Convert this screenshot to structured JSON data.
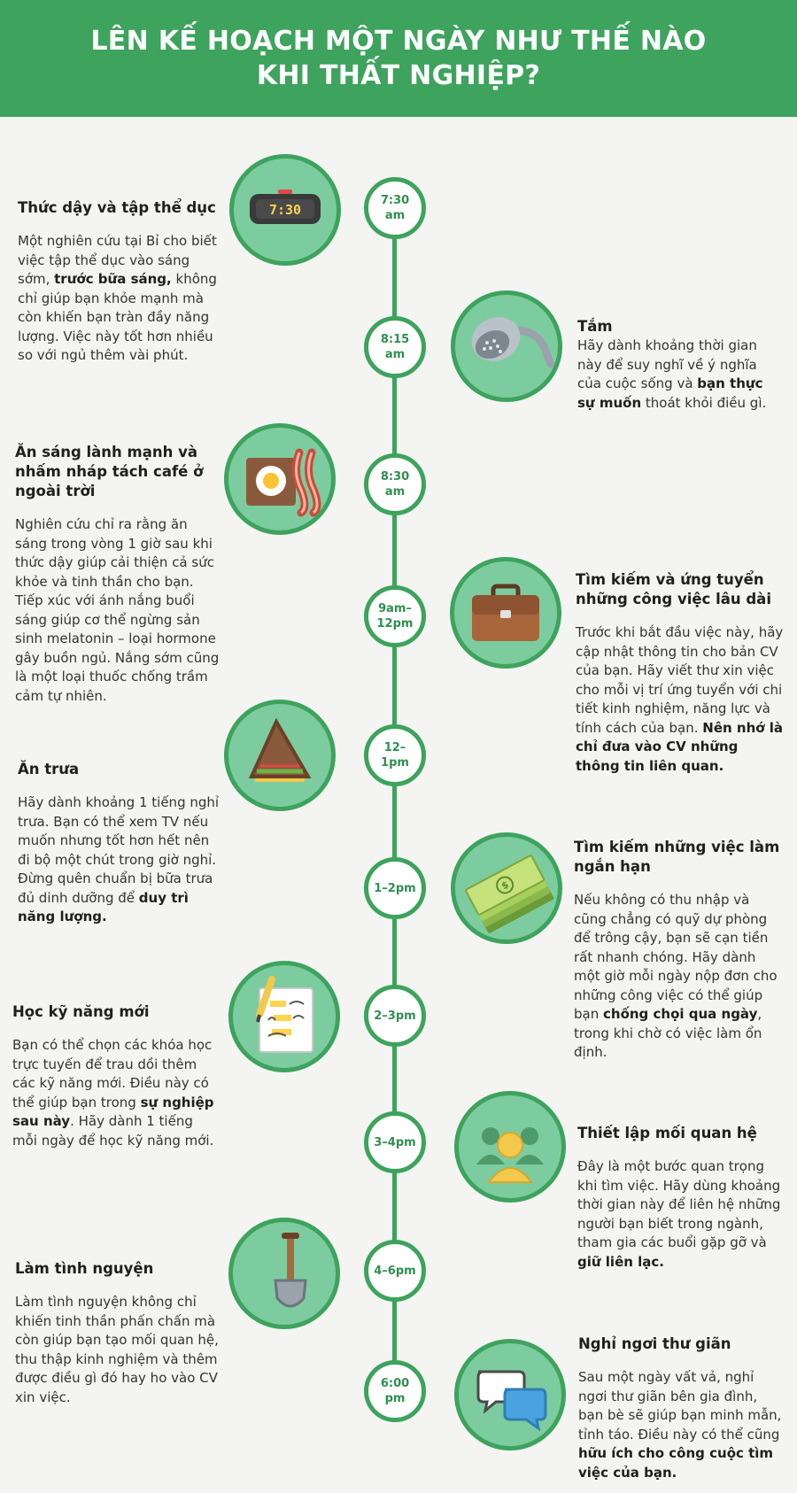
{
  "header": {
    "title_line1": "LÊN KẾ HOẠCH MỘT NGÀY NHƯ THẾ NÀO",
    "title_line2": "KHI THẤT NGHIỆP?"
  },
  "colors": {
    "green": "#3da35d",
    "circle_fill": "#7dcc9f",
    "background": "#f4f4f2"
  },
  "timeline": [
    {
      "time": "7:30 am",
      "icon": "alarm-clock-icon",
      "clock_text": "7:30",
      "title": "Thức dậy và tập thể dục",
      "body": [
        {
          "t": "Một nghiên cứu tại Bỉ cho biết việc tập thể dục vào sáng sớm, "
        },
        {
          "t": "trước bữa sáng,",
          "b": true
        },
        {
          "t": " không chỉ giúp bạn khỏe mạnh mà còn khiến bạn tràn đầy năng lượng. Việc này tốt hơn nhiều so với ngủ thêm vài phút."
        }
      ]
    },
    {
      "time": "8:15 am",
      "icon": "shower-head-icon",
      "title": "Tắm",
      "body": [
        {
          "t": "Hãy dành khoảng thời gian này để suy nghĩ về ý nghĩa của cuộc sống và "
        },
        {
          "t": "bạn thực sự muốn",
          "b": true
        },
        {
          "t": " thoát khỏi điều gì."
        }
      ]
    },
    {
      "time": "8:30 am",
      "icon": "breakfast-icon",
      "title": "Ăn sáng lành mạnh và nhấm nháp tách café ở ngoài trời",
      "body": [
        {
          "t": "Nghiên cứu chỉ ra rằng ăn sáng trong vòng 1 giờ sau khi thức dậy giúp cải thiện cả sức khỏe và tinh thần cho bạn. Tiếp xúc với ánh nắng buổi sáng giúp cơ thể ngừng sản sinh melatonin – loại hormone gây buồn ngủ. Nắng sớm cũng là một loại thuốc chống trầm cảm tự nhiên."
        }
      ]
    },
    {
      "time": "9am– 12pm",
      "icon": "briefcase-icon",
      "title": "Tìm kiếm và ứng tuyển những công việc lâu dài",
      "body": [
        {
          "t": "Trước khi bắt đầu việc này, hãy cập nhật thông tin cho bản CV của bạn. Hãy viết thư xin việc cho mỗi vị trí ứng tuyển với chi tiết kinh nghiệm, năng lực và tính cách của bạn. "
        },
        {
          "t": "Nên nhớ là chỉ đưa vào CV những thông tin liên quan.",
          "b": true
        }
      ]
    },
    {
      "time": "12–1pm",
      "icon": "sandwich-icon",
      "title": "Ăn trưa",
      "body": [
        {
          "t": "Hãy dành khoảng 1 tiếng nghỉ trưa. Bạn có thể xem TV nếu muốn nhưng tốt hơn hết nên đi bộ một chút trong giờ nghỉ. Đừng quên chuẩn bị bữa trưa đủ dinh dưỡng để "
        },
        {
          "t": "duy trì năng lượng.",
          "b": true
        }
      ]
    },
    {
      "time": "1–2pm",
      "icon": "money-stack-icon",
      "title": "Tìm kiếm những việc làm ngắn hạn",
      "body": [
        {
          "t": "Nếu không có thu nhập và cũng chẳng có quỹ dự phòng để trông cậy, bạn sẽ cạn tiền rất nhanh chóng. Hãy dành một giờ mỗi ngày nộp đơn cho những công việc có thể giúp bạn "
        },
        {
          "t": "chống chọi qua ngày",
          "b": true
        },
        {
          "t": ", trong khi chờ có việc làm ổn định."
        }
      ]
    },
    {
      "time": "2–3pm",
      "icon": "notepad-pencil-icon",
      "title": "Học kỹ năng mới",
      "body": [
        {
          "t": "Bạn có thể chọn các khóa học trực tuyến để trau dồi thêm các kỹ năng mới. Điều này có thể giúp bạn trong "
        },
        {
          "t": "sự nghiệp sau này",
          "b": true
        },
        {
          "t": ". Hãy dành 1 tiếng mỗi ngày để học kỹ năng mới."
        }
      ]
    },
    {
      "time": "3–4pm",
      "icon": "people-network-icon",
      "title": "Thiết lập mối quan hệ",
      "body": [
        {
          "t": "Đây là một bước quan trọng khi tìm việc. Hãy dùng khoảng thời gian này để liên hệ những người bạn biết trong ngành, tham gia các buổi gặp gỡ và "
        },
        {
          "t": "giữ liên lạc.",
          "b": true
        }
      ]
    },
    {
      "time": "4–6pm",
      "icon": "shovel-icon",
      "title": "Làm tình nguyện",
      "body": [
        {
          "t": "Làm tình nguyện không chỉ khiến tinh thần phấn chấn mà còn giúp bạn tạo mối quan hệ, thu thập kinh nghiệm và thêm được điều gì đó hay ho vào CV xin việc."
        }
      ]
    },
    {
      "time": "6:00 pm",
      "icon": "chat-bubbles-icon",
      "title": "Nghỉ ngơi thư giãn",
      "body": [
        {
          "t": "Sau một ngày vất vả, nghỉ ngơi thư giãn bên gia đình, bạn bè sẽ giúp bạn minh mẫn, tỉnh táo. Điều này có thể cũng "
        },
        {
          "t": "hữu ích cho công cuộc tìm việc của bạn.",
          "b": true
        }
      ]
    }
  ]
}
